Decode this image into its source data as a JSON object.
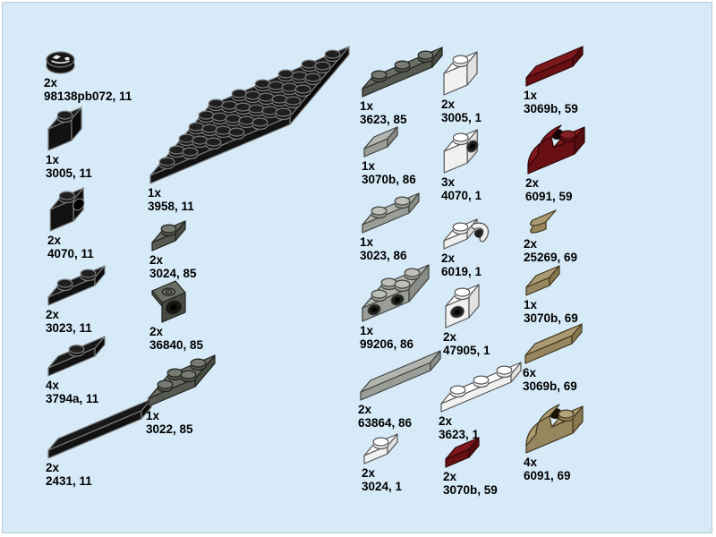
{
  "page": {
    "background": "#d6eaf8",
    "title": "parts-inventory"
  },
  "colors": {
    "black": {
      "top": "#181818",
      "front": "#121212",
      "right": "#0a0a0a",
      "stud": "#1f1f1f",
      "dark": "#000000",
      "line": "#7d7d7d"
    },
    "dark-gray": {
      "top": "#6a6e66",
      "front": "#565a52",
      "right": "#474b43",
      "stud": "#767a72",
      "dark": "#15170f",
      "line": "#1e211b"
    },
    "light-gray": {
      "top": "#b2b4b0",
      "front": "#9b9d99",
      "right": "#8a8c88",
      "stud": "#bdbfbb",
      "dark": "#1c1e1a",
      "line": "#3e403c"
    },
    "white": {
      "top": "#ffffff",
      "front": "#f1f1ef",
      "right": "#e1e1df",
      "stud": "#ffffff",
      "dark": "#1f1f1f",
      "line": "#565656"
    },
    "dark-red": {
      "top": "#7d191c",
      "front": "#691014",
      "right": "#560d10",
      "stud": "#852022",
      "dark": "#160404",
      "line": "#2e0607"
    },
    "dark-tan": {
      "top": "#ab9b73",
      "front": "#97875f",
      "right": "#877850",
      "stud": "#b2a37b",
      "dark": "#171204",
      "line": "#40361c"
    }
  },
  "parts": [
    {
      "qty": "2x",
      "ref": "98138pb072, 11",
      "color": "black",
      "shape": "round-tile-decorated"
    },
    {
      "qty": "1x",
      "ref": "3005, 11",
      "color": "black",
      "shape": "brick-1x1"
    },
    {
      "qty": "2x",
      "ref": "4070, 11",
      "color": "black",
      "shape": "headlight-brick"
    },
    {
      "qty": "2x",
      "ref": "3023, 11",
      "color": "black",
      "shape": "plate-1x2"
    },
    {
      "qty": "4x",
      "ref": "3794a, 11",
      "color": "black",
      "shape": "plate-1x2-one-stud"
    },
    {
      "qty": "2x",
      "ref": "2431, 11",
      "color": "black",
      "shape": "tile-1x4"
    },
    {
      "qty": "1x",
      "ref": "3958, 11",
      "color": "black",
      "shape": "plate-6x6"
    },
    {
      "qty": "2x",
      "ref": "3024, 85",
      "color": "dark-gray",
      "shape": "plate-1x1"
    },
    {
      "qty": "2x",
      "ref": "36840, 85",
      "color": "dark-gray",
      "shape": "bracket-1x1"
    },
    {
      "qty": "1x",
      "ref": "3022, 85",
      "color": "dark-gray",
      "shape": "plate-2x2"
    },
    {
      "qty": "1x",
      "ref": "3623, 85",
      "color": "dark-gray",
      "shape": "plate-1x3"
    },
    {
      "qty": "1x",
      "ref": "3070b, 86",
      "color": "light-gray",
      "shape": "tile-1x1"
    },
    {
      "qty": "1x",
      "ref": "3023, 86",
      "color": "light-gray",
      "shape": "plate-1x2"
    },
    {
      "qty": "1x",
      "ref": "99206, 86",
      "color": "light-gray",
      "shape": "plate-2x2-side-studs"
    },
    {
      "qty": "2x",
      "ref": "63864, 86",
      "color": "light-gray",
      "shape": "tile-1x3"
    },
    {
      "qty": "2x",
      "ref": "3024, 1",
      "color": "white",
      "shape": "plate-1x1"
    },
    {
      "qty": "2x",
      "ref": "3005, 1",
      "color": "white",
      "shape": "brick-1x1"
    },
    {
      "qty": "3x",
      "ref": "4070, 1",
      "color": "white",
      "shape": "headlight-brick"
    },
    {
      "qty": "2x",
      "ref": "6019, 1",
      "color": "white",
      "shape": "plate-1x1-clip"
    },
    {
      "qty": "2x",
      "ref": "47905, 1",
      "color": "white",
      "shape": "brick-1x1-side-studs"
    },
    {
      "qty": "2x",
      "ref": "3623, 1",
      "color": "white",
      "shape": "plate-1x3"
    },
    {
      "qty": "2x",
      "ref": "3070b, 59",
      "color": "dark-red",
      "shape": "tile-1x1"
    },
    {
      "qty": "1x",
      "ref": "3069b, 59",
      "color": "dark-red",
      "shape": "tile-1x2"
    },
    {
      "qty": "2x",
      "ref": "6091, 59",
      "color": "dark-red",
      "shape": "curved-brick-2x1"
    },
    {
      "qty": "2x",
      "ref": "25269, 69",
      "color": "dark-tan",
      "shape": "quarter-tile-1x1"
    },
    {
      "qty": "1x",
      "ref": "3070b, 69",
      "color": "dark-tan",
      "shape": "tile-1x1"
    },
    {
      "qty": "6x",
      "ref": "3069b, 69",
      "color": "dark-tan",
      "shape": "tile-1x2"
    },
    {
      "qty": "4x",
      "ref": "6091, 69",
      "color": "dark-tan",
      "shape": "curved-brick-2x1"
    }
  ]
}
